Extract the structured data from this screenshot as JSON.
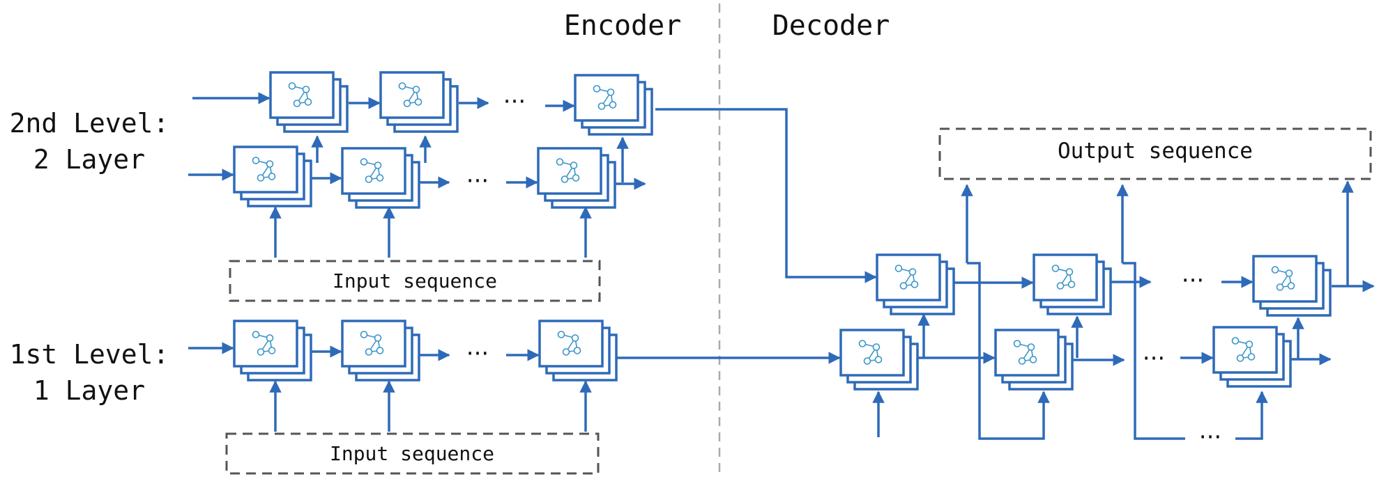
{
  "headers": {
    "encoder": "Encoder",
    "decoder": "Decoder"
  },
  "level_labels": {
    "level2_line1": "2nd Level:",
    "level2_line2": "2 Layer",
    "level1_line1": "1st Level:",
    "level1_line2": "1 Layer"
  },
  "sequences": {
    "input_top": "Input sequence",
    "input_bottom": "Input sequence",
    "output": "Output sequence"
  },
  "ellipsis": "···",
  "colors": {
    "primary": "#2e6ab8",
    "node_icon": "#3a95c9",
    "dashed": "#555555",
    "divider": "#aaaaaa",
    "text": "#111111"
  },
  "cell_icon": "neural-network-cell-icon"
}
